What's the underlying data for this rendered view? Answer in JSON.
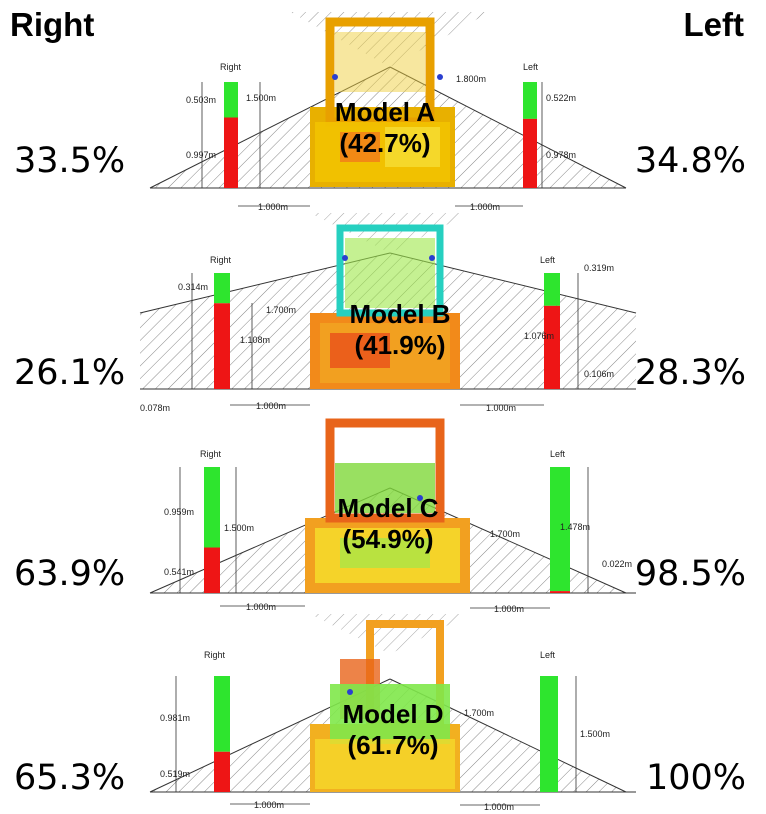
{
  "headers": {
    "right": "Right",
    "left": "Left"
  },
  "colors": {
    "visible": "#2ee52e",
    "blocked": "#ee1515",
    "machine_a": "#f2c400",
    "machine_b": "#f28a1a",
    "frame": "#26d0c0"
  },
  "panels": [
    {
      "model_name": "Model A",
      "model_pct": "(42.7%)",
      "right_pct": "33.5%",
      "left_pct": "34.8%",
      "right_bar": {
        "title": "Right",
        "visible_fraction": 0.335,
        "upper_dim": "0.503m",
        "lower_dim": "0.997m",
        "height_dim": "1.500m"
      },
      "left_bar": {
        "title": "Left",
        "visible_fraction": 0.348,
        "upper_dim": "0.522m",
        "lower_dim": "0.978m"
      },
      "eye_dim": "1.800m",
      "offset_left": "1.000m",
      "offset_right": "1.000m"
    },
    {
      "model_name": "Model B",
      "model_pct": "(41.9%)",
      "right_pct": "26.1%",
      "left_pct": "28.3%",
      "right_bar": {
        "title": "Right",
        "visible_fraction": 0.261,
        "upper_dim": "0.314m",
        "lower_dim": "1.108m",
        "bottom_dim": "0.078m"
      },
      "left_bar": {
        "title": "Left",
        "visible_fraction": 0.283,
        "upper_dim": "0.319m",
        "lower_dim": "1.076m",
        "bottom_dim": "0.106m"
      },
      "eye_dim": "1.700m",
      "offset_left": "1.000m",
      "offset_right": "1.000m"
    },
    {
      "model_name": "Model C",
      "model_pct": "(54.9%)",
      "right_pct": "63.9%",
      "left_pct": "98.5%",
      "right_bar": {
        "title": "Right",
        "visible_fraction": 0.639,
        "upper_dim": "0.959m",
        "lower_dim": "0.541m",
        "height_dim": "1.500m"
      },
      "left_bar": {
        "title": "Left",
        "visible_fraction": 0.985,
        "upper_dim": "1.478m",
        "lower_dim": "0.022m"
      },
      "eye_dim": "1.700m",
      "offset_left": "1.000m",
      "offset_right": "1.000m"
    },
    {
      "model_name": "Model D",
      "model_pct": "(61.7%)",
      "right_pct": "65.3%",
      "left_pct": "100%",
      "right_bar": {
        "title": "Right",
        "visible_fraction": 0.653,
        "upper_dim": "0.981m",
        "lower_dim": "0.519m"
      },
      "left_bar": {
        "title": "Left",
        "visible_fraction": 1.0,
        "upper_dim": "1.500m"
      },
      "eye_dim": "1.700m",
      "offset_left": "1.000m",
      "offset_right": "1.000m"
    }
  ]
}
